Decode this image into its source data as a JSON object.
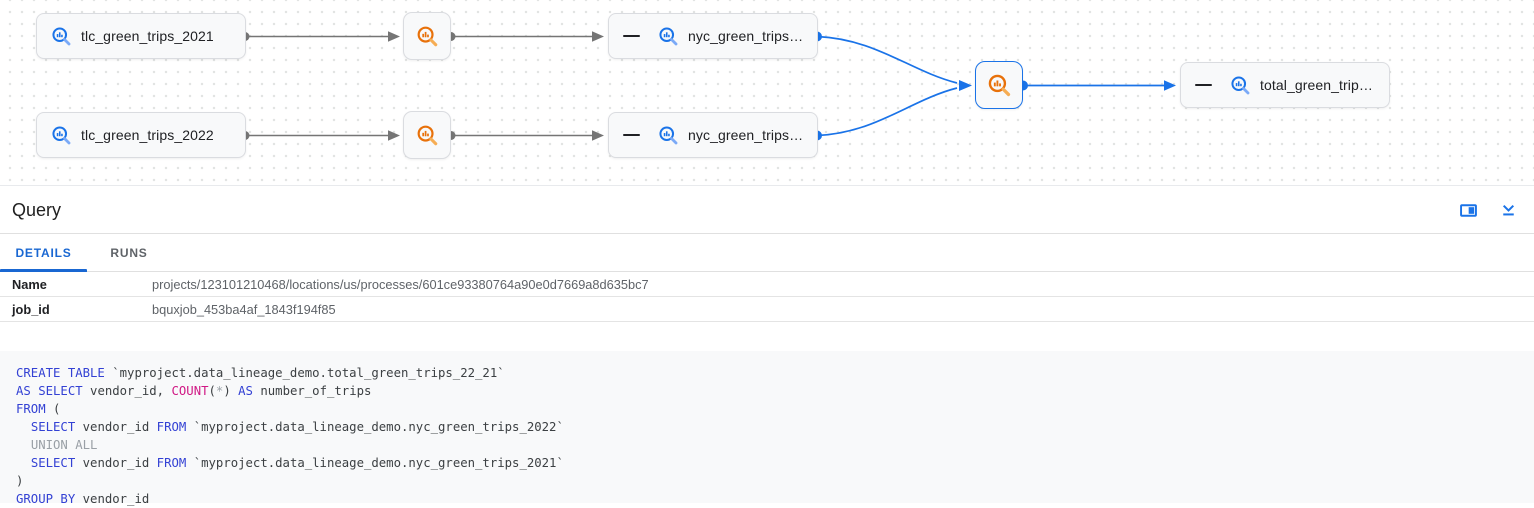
{
  "colors": {
    "accent": "#1a73e8",
    "node_border": "#dadce0",
    "node_bg": "#f8f9fa",
    "edge_gray": "#757575",
    "text_primary": "#202124",
    "text_secondary": "#5f6368",
    "tab_active": "#1967d2",
    "bq_blue": "#1a73e8",
    "bq_blue_light": "#7baaf7",
    "bq_orange": "#e8710a",
    "bq_orange_light": "#f6ad54",
    "sql_keyword": "#3341d4",
    "sql_function": "#d01884",
    "sql_muted": "#9aa0a6",
    "sql_text": "#3c4043",
    "code_bg": "#f8f9fa"
  },
  "graph": {
    "nodes": {
      "tlc_2021": {
        "label": "tlc_green_trips_2021"
      },
      "tlc_2022": {
        "label": "tlc_green_trips_2022"
      },
      "nyc_2021": {
        "label": "nyc_green_trips…"
      },
      "nyc_2022": {
        "label": "nyc_green_trips…"
      },
      "total": {
        "label": "total_green_trip…"
      }
    }
  },
  "panel": {
    "title": "Query",
    "tabs": [
      {
        "label": "DETAILS",
        "active": true
      },
      {
        "label": "RUNS",
        "active": false
      }
    ],
    "details": [
      {
        "label": "Name",
        "value": "projects/123101210468/locations/us/processes/601ce93380764a90e0d7669a8d635bc7"
      },
      {
        "label": "job_id",
        "value": "bquxjob_453ba4af_1843f194f85"
      }
    ]
  },
  "sql": {
    "lines": [
      [
        [
          "kw",
          "CREATE TABLE"
        ],
        [
          "pl",
          " `myproject.data_lineage_demo.total_green_trips_22_21`"
        ]
      ],
      [
        [
          "kw",
          "AS SELECT"
        ],
        [
          "pl",
          " vendor_id, "
        ],
        [
          "fn",
          "COUNT"
        ],
        [
          "pl",
          "("
        ],
        [
          "mut",
          "*"
        ],
        [
          "pl",
          ") "
        ],
        [
          "kw",
          "AS"
        ],
        [
          "pl",
          " number_of_trips"
        ]
      ],
      [
        [
          "kw",
          "FROM"
        ],
        [
          "pl",
          " ("
        ]
      ],
      [
        [
          "pl",
          "  "
        ],
        [
          "kw",
          "SELECT"
        ],
        [
          "pl",
          " vendor_id "
        ],
        [
          "kw",
          "FROM"
        ],
        [
          "pl",
          " `myproject.data_lineage_demo.nyc_green_trips_2022`"
        ]
      ],
      [
        [
          "pl",
          "  "
        ],
        [
          "mut",
          "UNION ALL"
        ]
      ],
      [
        [
          "pl",
          "  "
        ],
        [
          "kw",
          "SELECT"
        ],
        [
          "pl",
          " vendor_id "
        ],
        [
          "kw",
          "FROM"
        ],
        [
          "pl",
          " `myproject.data_lineage_demo.nyc_green_trips_2021`"
        ]
      ],
      [
        [
          "pl",
          ")"
        ]
      ],
      [
        [
          "kw",
          "GROUP BY"
        ],
        [
          "pl",
          " vendor_id"
        ]
      ]
    ]
  }
}
